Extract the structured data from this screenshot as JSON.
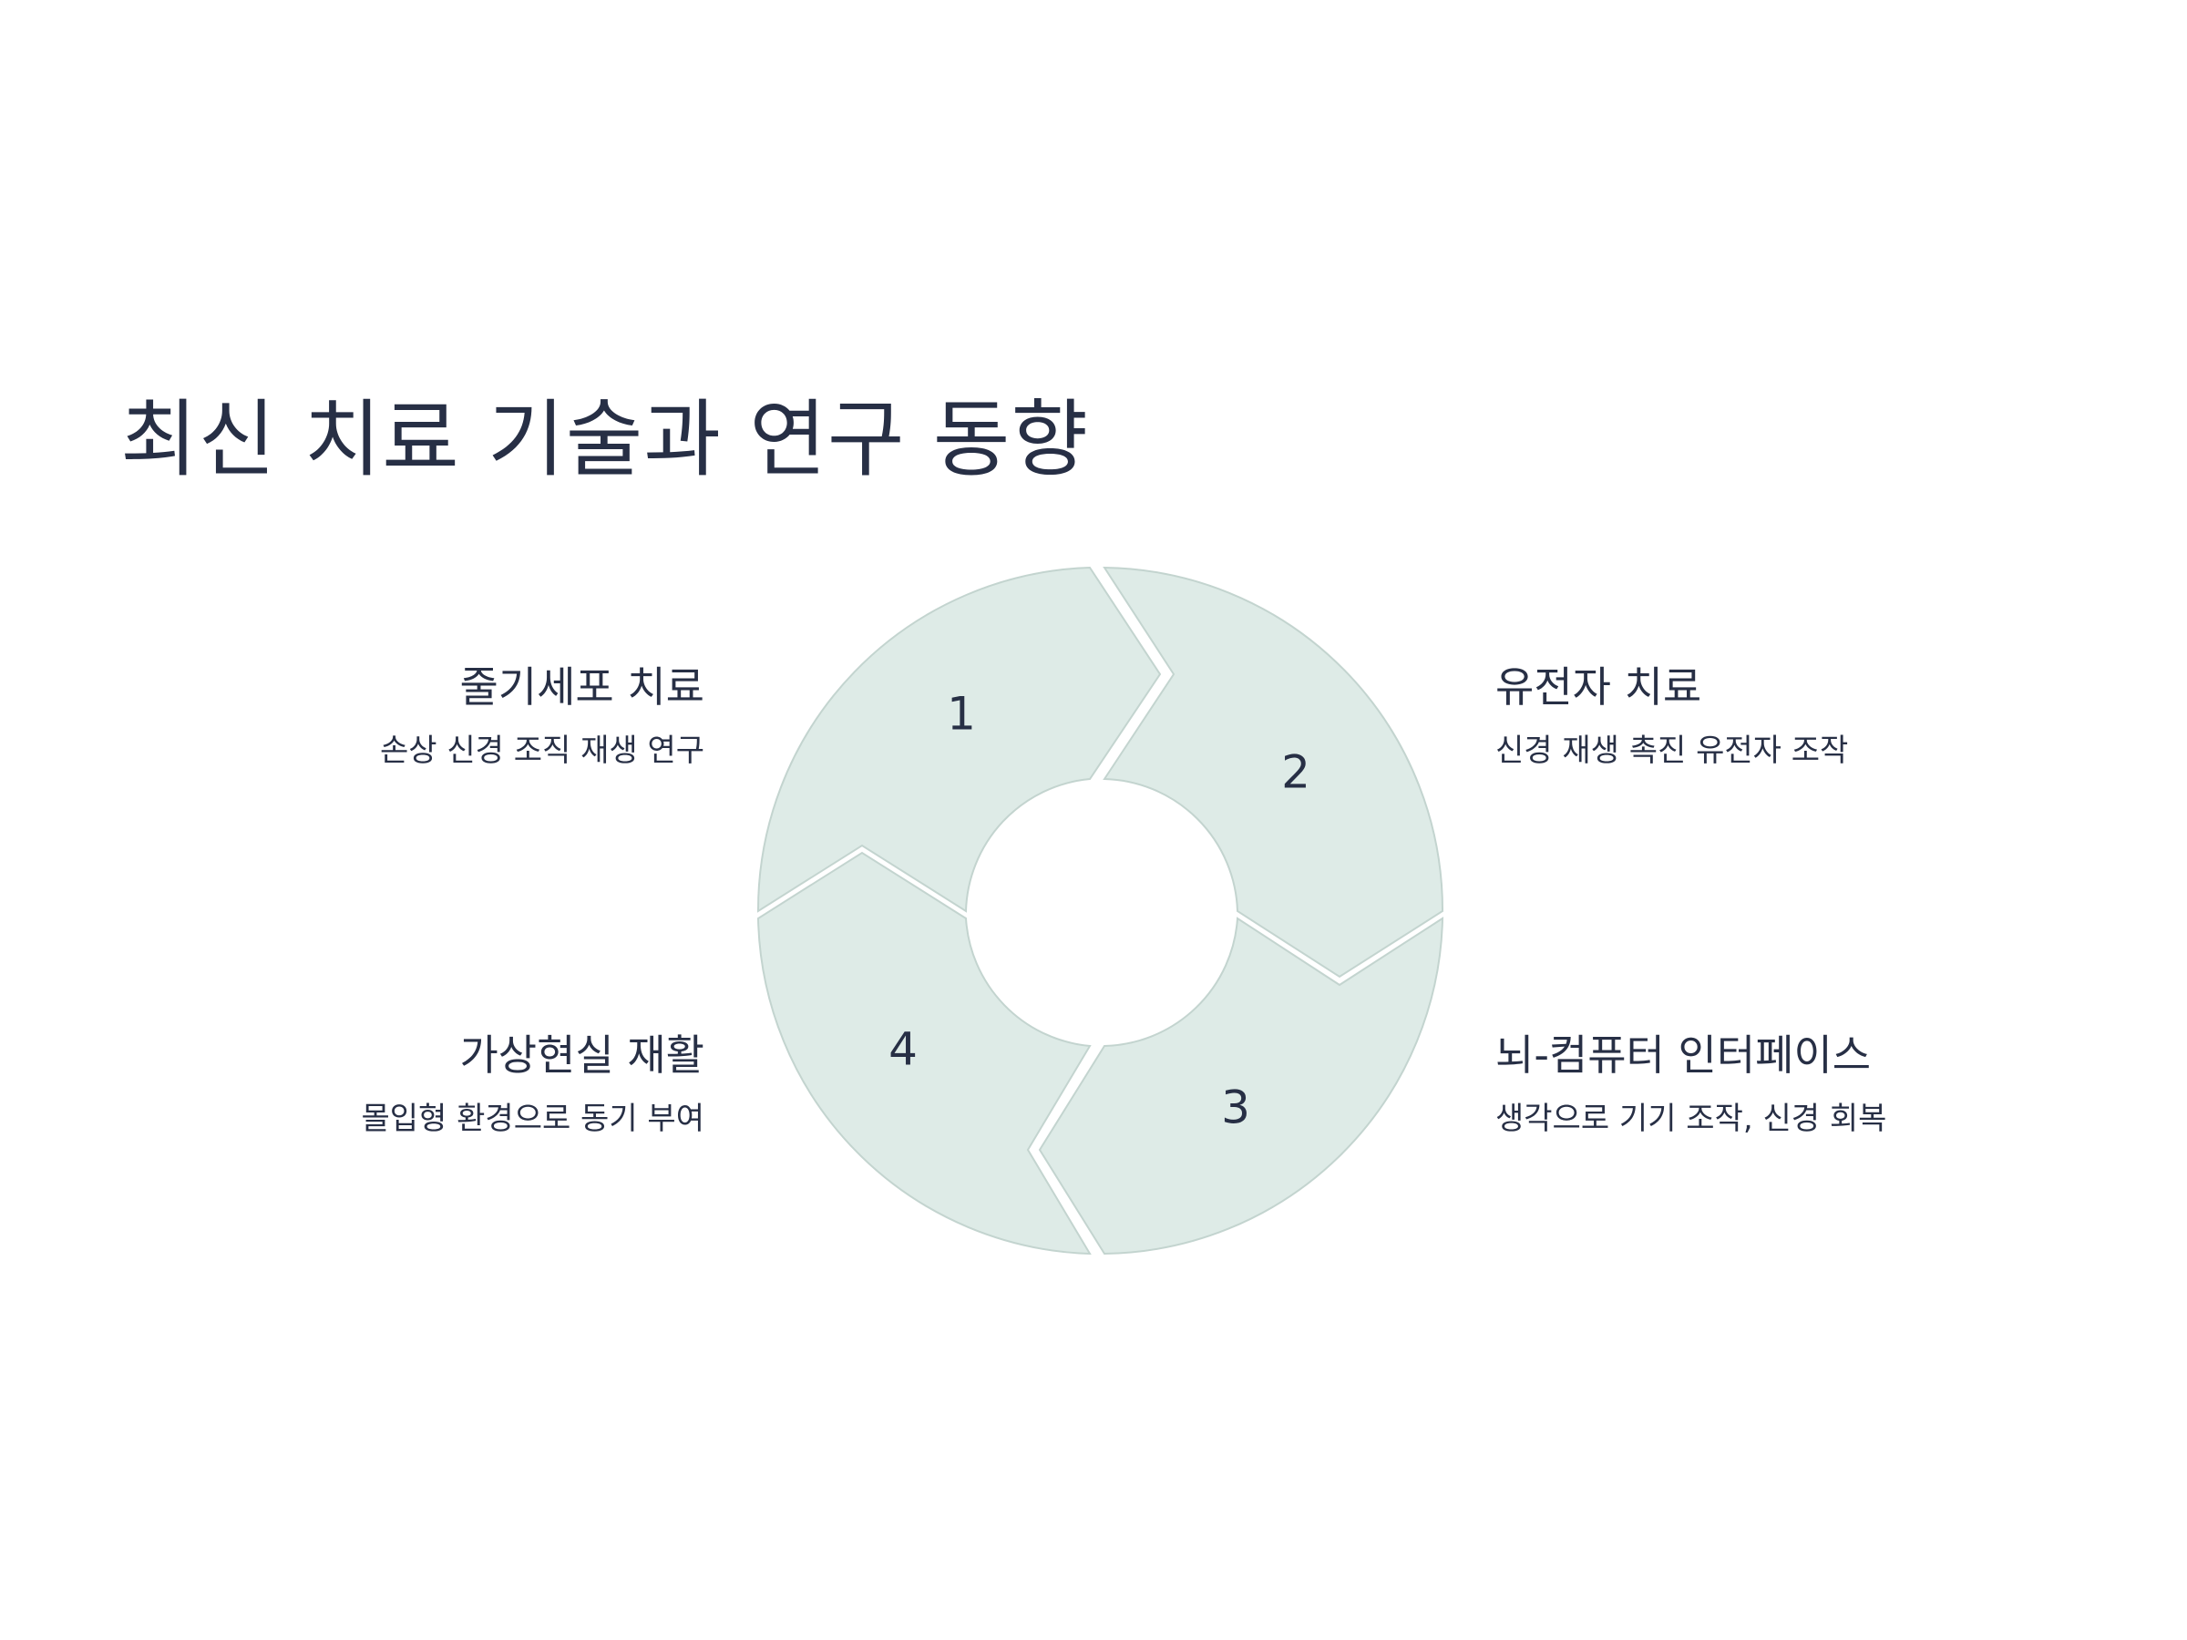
{
  "title": "최신 치료 기술과 연구 동향",
  "steps": [
    {
      "number": "1",
      "title": "줄기세포 치료",
      "description": "손상 신경 조직 재생 연구"
    },
    {
      "number": "2",
      "title": "유전자 치료",
      "description": "신경 재생 촉진 유전자 조작"
    },
    {
      "number": "3",
      "title": "뇌-컴퓨터 인터페이스",
      "description": "생각으로 기기 조작, 신경 회복"
    },
    {
      "number": "4",
      "title": "가상현실 재활",
      "description": "몰입형 환경으로 동기 부여"
    }
  ],
  "colors": {
    "segment_fill": "#deebe7",
    "segment_stroke": "#c3d4cf",
    "text": "#272f45",
    "background": "#ffffff"
  }
}
